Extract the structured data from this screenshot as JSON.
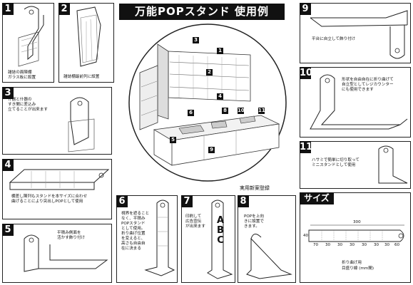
{
  "title": "万能POPスタンド 使用例",
  "registration": "実用新案登録",
  "panels": {
    "p1": {
      "num": "1",
      "caption": "雑誌の面陳棚\nガラス板に設置"
    },
    "p2": {
      "num": "2",
      "caption": "雑誌棚最前列に設置"
    },
    "p3": {
      "num": "3",
      "caption": "什器と什器の\nすき間に差込み\n立てることが出来ます"
    },
    "p4": {
      "num": "4",
      "caption": "棚差し陳列もスタンドを本サイズに合わせ\n曲げることにより突出しPOPとして使用"
    },
    "p5": {
      "num": "5",
      "caption": "平積み側面を\n活かす飾り付け"
    },
    "p6": {
      "num": "6",
      "caption": "視界を遮ること\nなく、平積み\nPOPスタンド\nとして使用。\n折り曲げ位置\nを変えると、\n高さも自由自\n在に決まる"
    },
    "p7": {
      "num": "7",
      "caption": "印刷して\n広告宣伝\nが出来ます",
      "letters": "A\nB\nC"
    },
    "p8": {
      "num": "8",
      "caption": "POPを上向\nきに設置で\nきます。"
    },
    "p9": {
      "num": "9",
      "caption": "平台に自立して飾り付け"
    },
    "p10": {
      "num": "10",
      "caption": "形状を自由自在に折り曲げて\n自立型としてレジカウンター\nにも使用できます"
    },
    "p11": {
      "num": "11",
      "caption": "ハサミで簡単に切り取って\nミニスタンドとして使用"
    }
  },
  "size_panel": {
    "title": "サイズ",
    "length": "300",
    "height": "40",
    "ticks": [
      "70",
      "30",
      "30",
      "30",
      "30",
      "30",
      "30",
      "60"
    ],
    "note_line1": "折り曲げ用",
    "note_line2": "目盛り線 (mm間)"
  },
  "scene_tags": [
    "1",
    "2",
    "3",
    "4",
    "5",
    "6",
    "8",
    "9",
    "10",
    "11"
  ]
}
